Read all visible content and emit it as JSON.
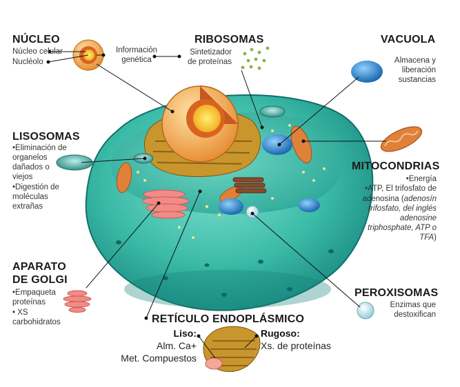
{
  "labels": {
    "nucleo": {
      "title": "NÚCLEO",
      "line1": "Núcleo celular",
      "line2": "Nucléolo"
    },
    "info": {
      "line1": "Información",
      "line2": "genética"
    },
    "ribosomas": {
      "title": "RIBOSOMAS",
      "line1": "Sintetizador",
      "line2": "de proteínas"
    },
    "vacuola": {
      "title": "VACUOLA",
      "line1": "Almacena y",
      "line2": "liberación",
      "line3": "sustancias"
    },
    "lisosomas": {
      "title": "LISOSOMAS",
      "lines": [
        "•Eliminación de",
        "organelos",
        "dañados o",
        "viejos",
        "•Digestión de",
        "moléculas",
        "extrañas"
      ]
    },
    "mitocondrias": {
      "title": "MITOCONDRIAS",
      "line1": "•Energía",
      "line2": "•ATP, El trifosfato de",
      "line3": "adenosina (",
      "line3_italic": "adenosín",
      "line4": "trifosfato, del inglés",
      "line5": "adenosine",
      "line6": "triphosphate, ATP o",
      "line7": "TFA",
      "line7_close": ")"
    },
    "golgi": {
      "title1": "APARATO",
      "title2": "DE GOLGI",
      "lines": [
        "•Empaqueta",
        "proteínas",
        "• XS",
        "carbohidratos"
      ]
    },
    "peroxisomas": {
      "title": "PEROXISOMAS",
      "line1": "Enzimas que",
      "line2": "destoxifican"
    },
    "reticulo": {
      "title": "RETÍCULO ENDOPLÁSMICO",
      "liso_title": "Liso:",
      "liso_1": "Alm. Ca+",
      "liso_2": "Met. Compuestos",
      "rugoso_title": "Rugoso:",
      "rugoso_1": "Xs. de proteínas"
    }
  },
  "colors": {
    "membrane": "#21a59a",
    "cytoplasm": "#4ec7b4",
    "nucleus_outer": "#f6b15a",
    "nucleolus": "#f5d21e",
    "er": "#c8962c",
    "mitochondria": "#e0813a",
    "vacuole": "#1f7cc9",
    "lysosome": "#5fb2a8",
    "golgi": "#f28a86",
    "peroxisome": "#b8e2ea"
  }
}
